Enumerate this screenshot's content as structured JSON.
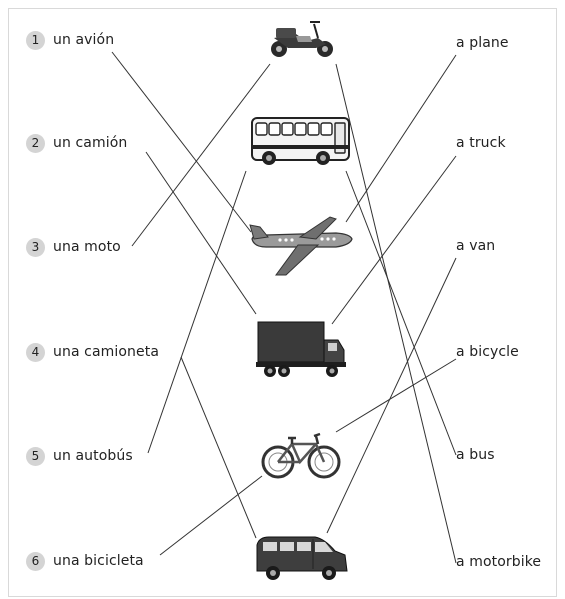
{
  "spanish_items": [
    {
      "number": "1",
      "text": "un avión"
    },
    {
      "number": "2",
      "text": "un camión"
    },
    {
      "number": "3",
      "text": "una moto"
    },
    {
      "number": "4",
      "text": "una camioneta"
    },
    {
      "number": "5",
      "text": "un autobús"
    },
    {
      "number": "6",
      "text": "una bicicleta"
    }
  ],
  "english_items": [
    "a plane",
    "a truck",
    "a van",
    "a bicycle",
    "a bus",
    "a motorbike"
  ],
  "pictures": [
    "motorbike-icon",
    "bus-icon",
    "plane-icon",
    "truck-icon",
    "bicycle-icon",
    "van-icon"
  ]
}
